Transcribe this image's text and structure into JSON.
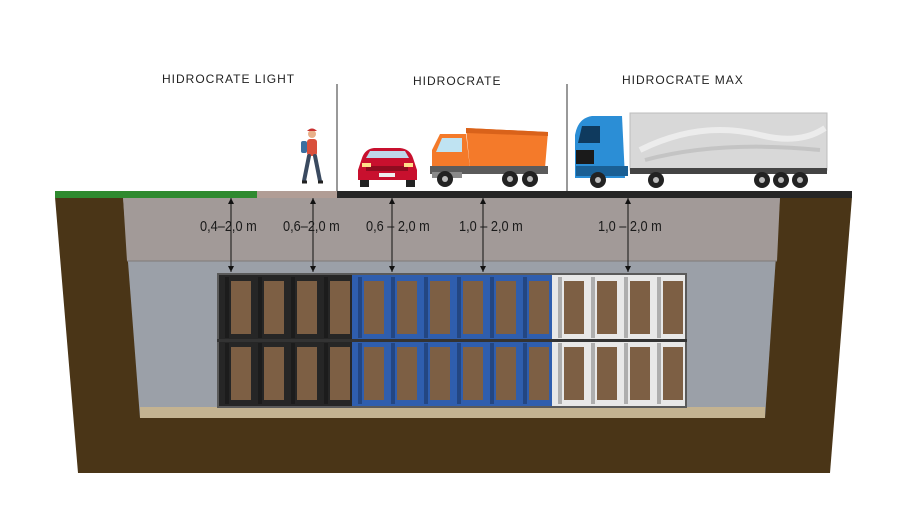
{
  "zones": [
    {
      "label": "HIDROCRATE LIGHT",
      "color": "#262626"
    },
    {
      "label": "HIDROCRATE",
      "color": "#2f5eae"
    },
    {
      "label": "HIDROCRATE MAX",
      "color": "#e8e8e8"
    }
  ],
  "depth_labels": [
    "0,4–2,0 m",
    "0,6–2,0 m",
    "0,6  –  2,0 m",
    "1,0  –  2,0 m",
    "1,0  –  2,0 m"
  ],
  "colors": {
    "soil": "#4a3517",
    "cover_fill": "#a29a98",
    "trench_gray": "#9ba0a8",
    "gravel_base": "#c4b391",
    "grass": "#2f8a2f",
    "asphalt": "#262626",
    "sidewalk": "#b19d95",
    "crate_inner": "#7d5f44"
  },
  "icons": [
    "pedestrian-icon",
    "car-icon",
    "dump-truck-icon",
    "semi-truck-icon"
  ]
}
